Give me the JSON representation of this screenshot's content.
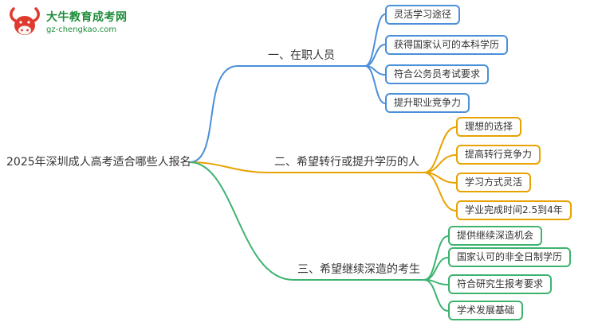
{
  "logo": {
    "title": "大牛教育成考网",
    "url": "gz-chengkao.com",
    "colors": {
      "green": "#1e8c3a",
      "red": "#e03a2f"
    }
  },
  "root": {
    "label": "2025年深圳成人高考适合哪些人报名"
  },
  "branches": [
    {
      "label": "一、在职人员",
      "color": "#4a8fd9",
      "children": [
        "灵活学习途径",
        "获得国家认可的本科学历",
        "符合公务员考试要求",
        "提升职业竞争力"
      ]
    },
    {
      "label": "二、希望转行或提升学历的人",
      "color": "#e8a202",
      "children": [
        "理想的选择",
        "提高转行竞争力",
        "学习方式灵活",
        "学业完成时间2.5到4年"
      ]
    },
    {
      "label": "三、希望继续深造的考生",
      "color": "#3eb370",
      "children": [
        "提供继续深造机会",
        "国家认可的非全日制学历",
        "符合研究生报考要求",
        "学术发展基础"
      ]
    }
  ]
}
